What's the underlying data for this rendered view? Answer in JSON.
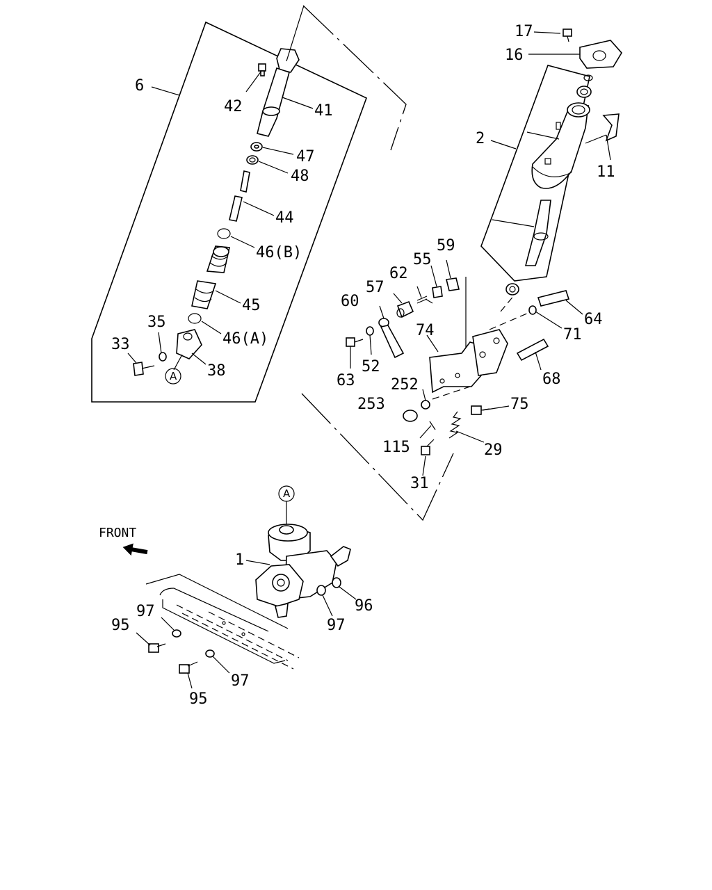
{
  "callouts": {
    "c6": "6",
    "c42": "42",
    "c41": "41",
    "c47": "47",
    "c48": "48",
    "c44": "44",
    "c46b": "46(B)",
    "c45": "45",
    "c35": "35",
    "c33": "33",
    "c46a": "46(A)",
    "c38": "38",
    "cA1": "A",
    "c17": "17",
    "c16": "16",
    "c2": "2",
    "c11": "11",
    "c59": "59",
    "c55": "55",
    "c62": "62",
    "c57": "57",
    "c60": "60",
    "c74": "74",
    "c64": "64",
    "c71": "71",
    "c63": "63",
    "c52": "52",
    "c68": "68",
    "c252": "252",
    "c253": "253",
    "c75": "75",
    "c115": "115",
    "c29": "29",
    "c31": "31",
    "cA2": "A",
    "front": "FRONT",
    "c1": "1",
    "c97a": "97",
    "c95a": "95",
    "c97b": "97",
    "c96": "96",
    "c95b": "95",
    "c97c": "97"
  },
  "colors": {
    "line": "#000000",
    "background": "#ffffff"
  }
}
